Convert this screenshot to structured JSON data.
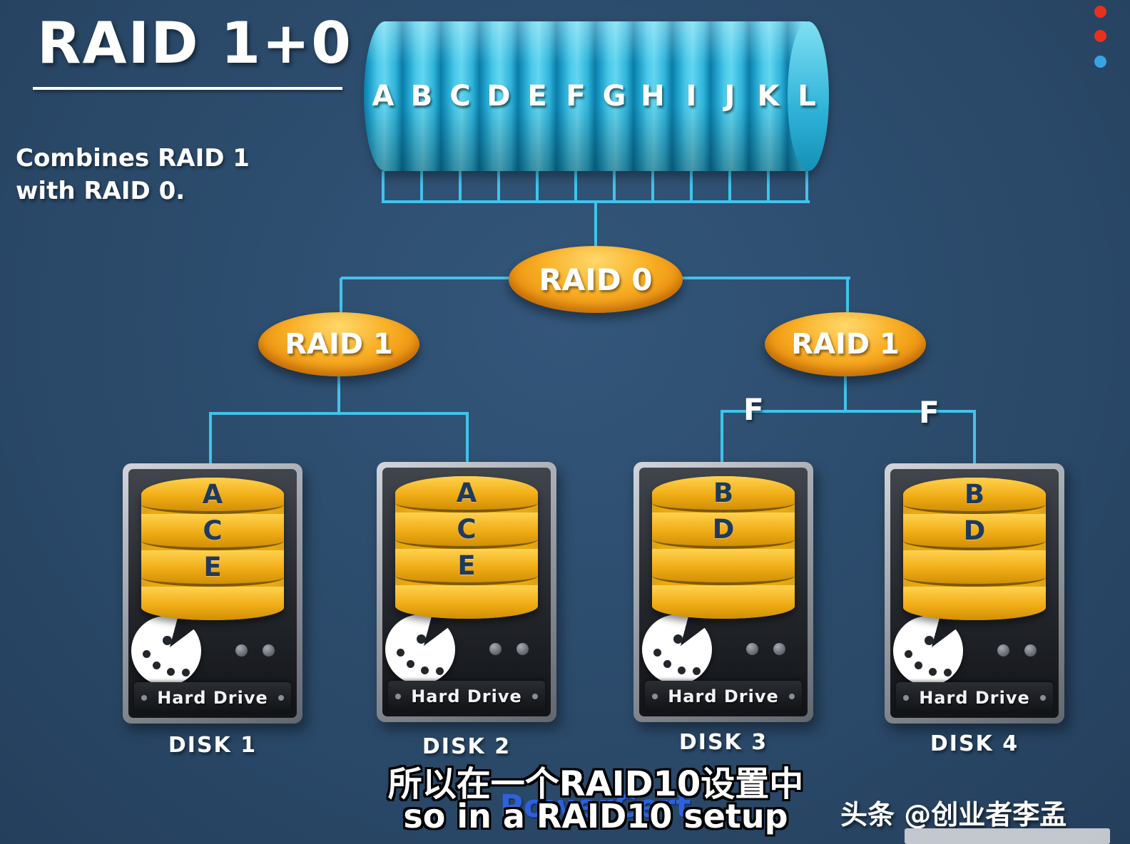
{
  "title": "RAID 1+0",
  "description": {
    "line1": "Combines RAID 1",
    "line2": "with RAID 0."
  },
  "cylinder": {
    "letters": [
      "A",
      "B",
      "C",
      "D",
      "E",
      "F",
      "G",
      "H",
      "I",
      "J",
      "K",
      "L"
    ]
  },
  "nodes": {
    "raid0": "RAID 0",
    "raid1_left": "RAID 1",
    "raid1_right": "RAID 1"
  },
  "branch_labels": {
    "left": "F",
    "right": "F"
  },
  "disks": [
    {
      "name": "DISK 1",
      "platter_letters": [
        "A",
        "C",
        "E",
        ""
      ]
    },
    {
      "name": "DISK 2",
      "platter_letters": [
        "A",
        "C",
        "E",
        ""
      ]
    },
    {
      "name": "DISK 3",
      "platter_letters": [
        "B",
        "D",
        "",
        ""
      ]
    },
    {
      "name": "DISK 4",
      "platter_letters": [
        "B",
        "D",
        "",
        ""
      ]
    }
  ],
  "hard_drive_label": "Hard Drive",
  "subtitles": {
    "chinese": "所以在一个RAID10设置中",
    "english": "so in a RAID10 setup"
  },
  "watermark": "PowerCert",
  "credit": "头条 @创业者李孟",
  "colors": {
    "background": "#2b4a6a",
    "connector_cyan": "#3fc4ec",
    "node_orange": "#f9ae24",
    "cylinder_cyan": "#2fb4da",
    "platter_gold": "#f0ad16",
    "watermark_blue": "#2e62d9"
  }
}
